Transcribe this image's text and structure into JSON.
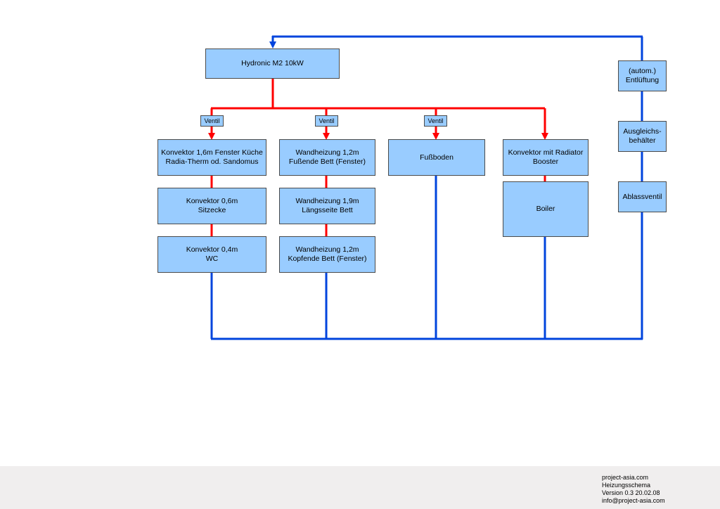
{
  "source": {
    "lines": [
      "Hydronic M2 10kW"
    ]
  },
  "valves": {
    "label": "Ventil"
  },
  "branch1": [
    {
      "lines": [
        "Konvektor 1,6m Fenster Küche",
        "Radia-Therm od. Sandomus"
      ]
    },
    {
      "lines": [
        "Konvektor 0,6m",
        "Sitzecke"
      ]
    },
    {
      "lines": [
        "Konvektor 0,4m",
        "WC"
      ]
    }
  ],
  "branch2": [
    {
      "lines": [
        "Wandheizung 1,2m",
        "Fußende Bett (Fenster)"
      ]
    },
    {
      "lines": [
        "Wandheizung 1,9m",
        "Längsseite Bett"
      ]
    },
    {
      "lines": [
        "Wandheizung 1,2m",
        "Kopfende Bett (Fenster)"
      ]
    }
  ],
  "branch3": [
    {
      "lines": [
        "Fußboden"
      ]
    }
  ],
  "branch4": [
    {
      "lines": [
        "Konvektor mit Radiator",
        "Booster"
      ]
    },
    {
      "lines": [
        "Boiler"
      ]
    }
  ],
  "return_column": [
    {
      "lines": [
        "(autom.)",
        "Entlüftung"
      ]
    },
    {
      "lines": [
        "Ausgleichs-",
        "behälter"
      ]
    },
    {
      "lines": [
        "Ablassventil"
      ]
    }
  ],
  "colors": {
    "supply": "#ff0000",
    "return": "#0044dd",
    "box_fill": "#99ccff",
    "box_border": "#4a4a4a",
    "footer_bg": "#f0eeee"
  },
  "footer": {
    "line1": "project-asia.com",
    "line2": "Heizungsschema",
    "line3": "Version 0.3  20.02.08",
    "line4": "info@project-asia.com"
  }
}
